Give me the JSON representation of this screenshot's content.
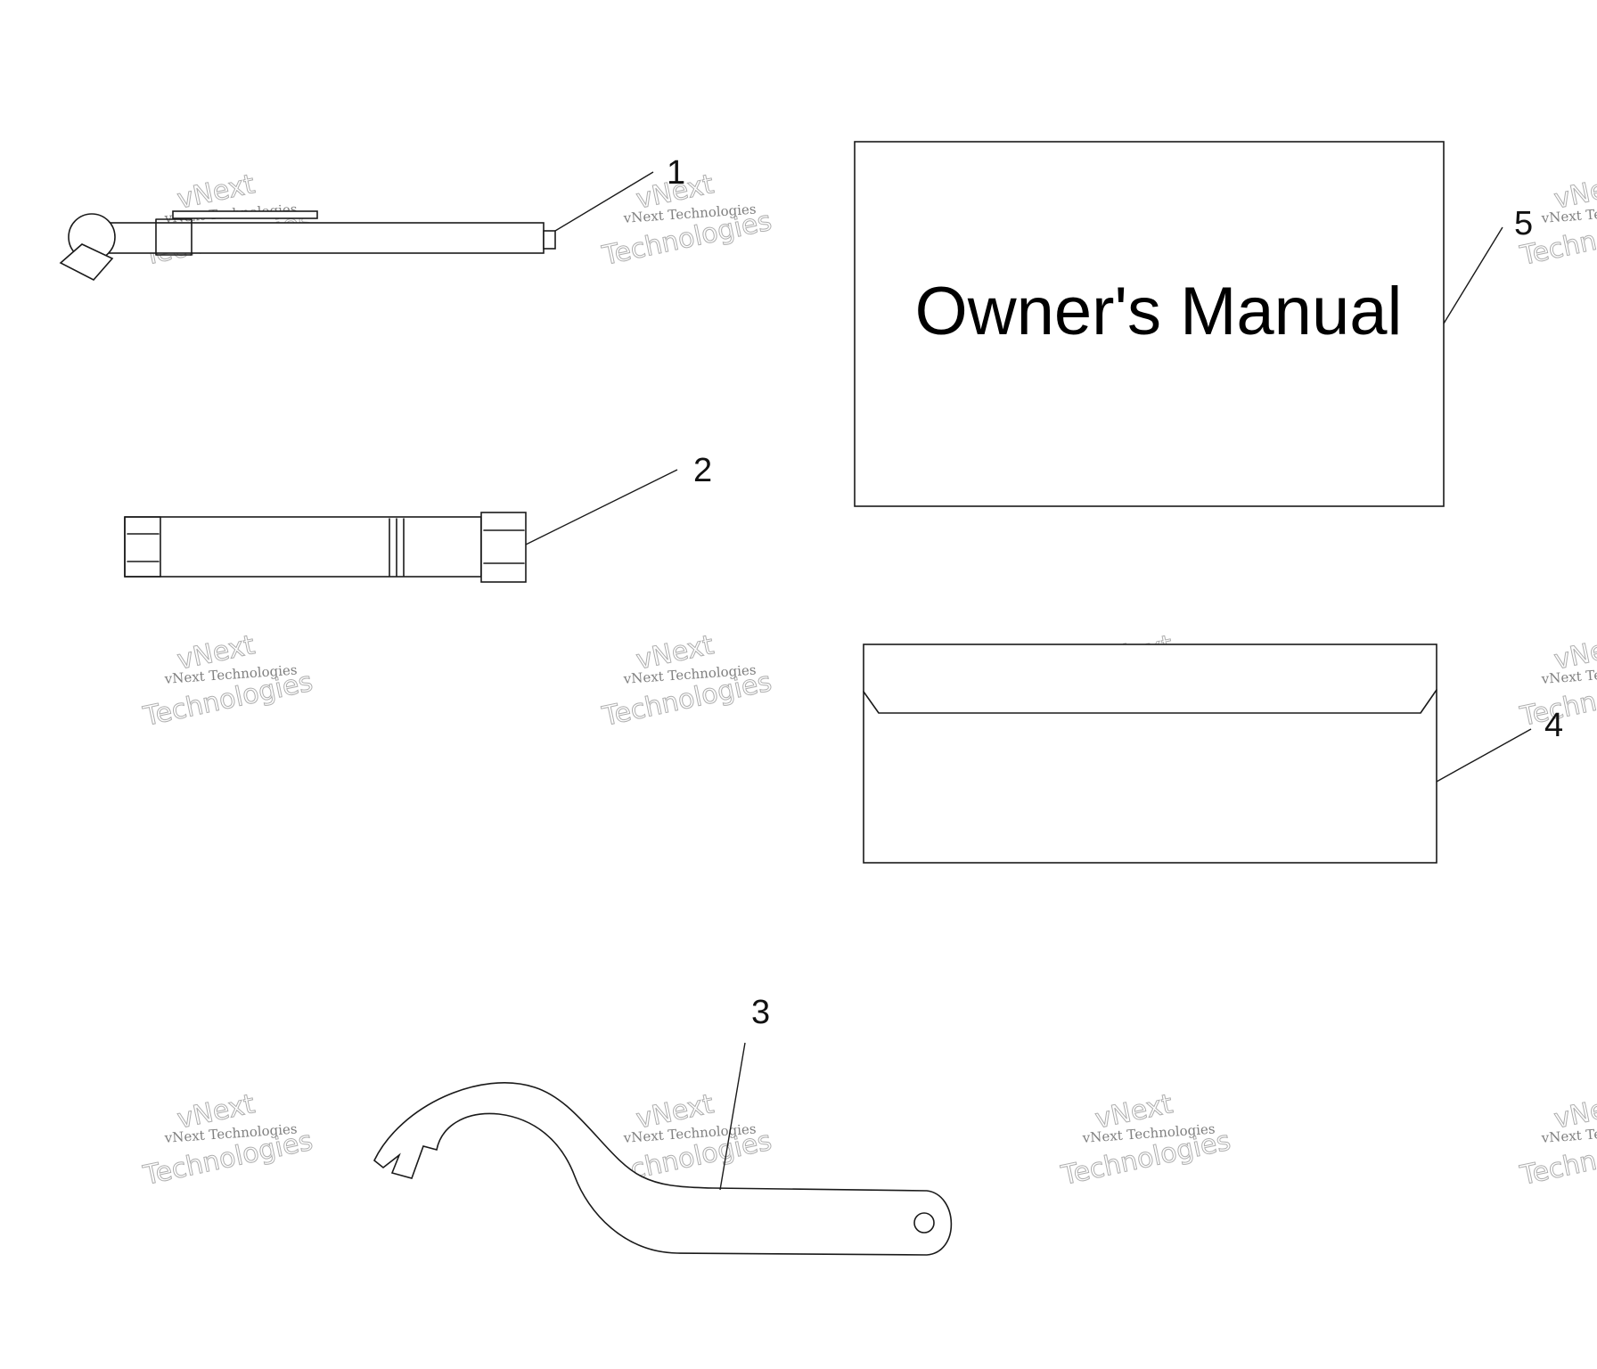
{
  "watermark": {
    "line1": "vNext",
    "line2": "vNext Technologies",
    "line3": "Technologies"
  },
  "callouts": {
    "c1": "1",
    "c2": "2",
    "c3": "3",
    "c4": "4",
    "c5": "5"
  },
  "manual": {
    "title": "Owner's Manual"
  }
}
